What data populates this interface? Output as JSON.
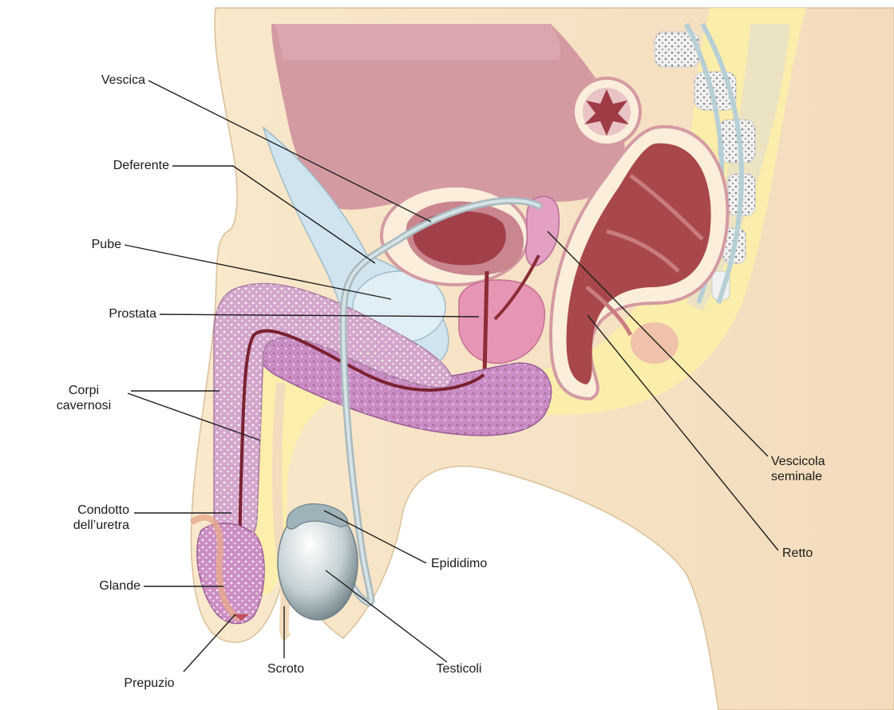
{
  "labels": {
    "vescica": "Vescica",
    "deferente": "Deferente",
    "pube": "Pube",
    "prostata": "Prostata",
    "corpi_cavernosi": [
      "Corpi",
      "cavernosi"
    ],
    "condotto_uretra": [
      "Condotto",
      "dell’uretra"
    ],
    "glande": "Glande",
    "prepuzio": "Prepuzio",
    "scroto": "Scroto",
    "testicoli": "Testicoli",
    "epididimo": "Epididimo",
    "vescicola_seminale": [
      "Vescicola",
      "seminale"
    ],
    "retto": "Retto"
  },
  "colors": {
    "skin": "#f6e3c4",
    "fat": "#fbf1a8",
    "bladder": "#c9868e",
    "rectum": "#a9484c",
    "erectile": "#d4a6cc",
    "prostate": "#e795b4",
    "testis": "#c9d6d8",
    "duct": "#b9c9cd",
    "pubis": "#cfe4ee"
  }
}
